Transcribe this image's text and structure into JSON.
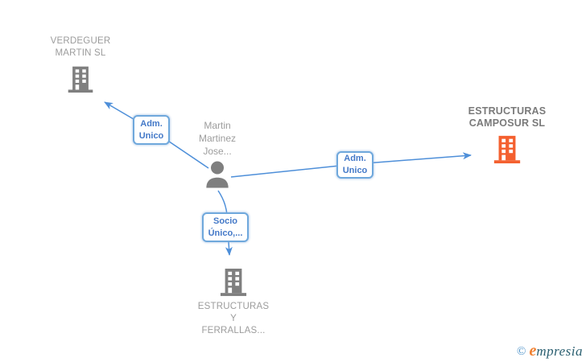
{
  "diagram": {
    "nodes": {
      "verdeguer": {
        "lines": [
          "VERDEGUER",
          "MARTIN SL"
        ]
      },
      "camposur": {
        "lines": [
          "ESTRUCTURAS",
          "CAMPOSUR SL"
        ]
      },
      "person": {
        "lines": [
          "Martin",
          "Martinez",
          "Jose..."
        ]
      },
      "ferrallas": {
        "lines": [
          "ESTRUCTURAS",
          "Y",
          "FERRALLAS..."
        ]
      }
    },
    "edges": {
      "left_adm": {
        "lines": [
          "Adm.",
          "Unico"
        ]
      },
      "right_adm": {
        "lines": [
          "Adm.",
          "Unico"
        ]
      },
      "socio": {
        "lines": [
          "Socio",
          "Único,..."
        ]
      }
    },
    "colors": {
      "edge": "#4E8FD9",
      "box_border": "#6FA8DC",
      "box_text": "#4479C8",
      "building_gray": "#7F7F7F",
      "building_orange": "#F4602F",
      "label_gray": "#9C9C9C",
      "label_dark_bold": "#7A7A7A"
    }
  },
  "footer": {
    "copyright": "©",
    "brand_e": "e",
    "brand_rest": "mpresia",
    "color_copyright": "#4A90C8",
    "color_e": "#F08030",
    "color_rest": "#2A5F70"
  }
}
